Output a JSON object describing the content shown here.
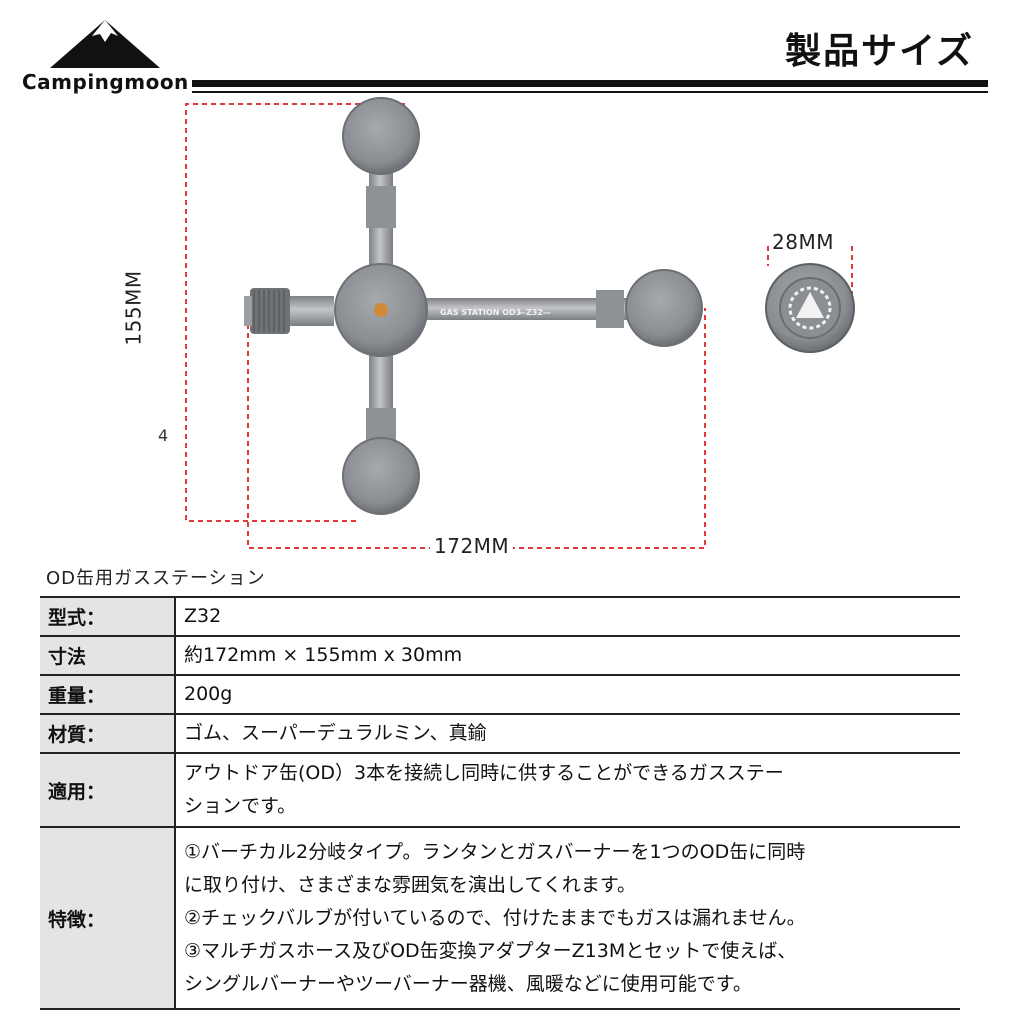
{
  "header": {
    "logo_text": "Campingmoon",
    "title": "製品サイズ"
  },
  "figure": {
    "product_engraving": "GAS STATION OD3",
    "model_engraving": "—Z32—",
    "width_label": "172MM",
    "height_label": "155MM",
    "diameter_label": "28MM",
    "stray_mark": "4",
    "dimension_line_color": "#e03a3a",
    "metal_color": "#8f9296"
  },
  "product_name": "OD缶用ガスステーション",
  "specs": [
    {
      "label": "型式：",
      "lines": [
        "Z32"
      ]
    },
    {
      "label": "寸法",
      "lines": [
        "約172mm × 155mm x 30mm"
      ]
    },
    {
      "label": "重量：",
      "lines": [
        "200g"
      ]
    },
    {
      "label": "材質：",
      "lines": [
        "ゴム、スーパーデュラルミン、真鍮"
      ]
    },
    {
      "label": "適用：",
      "lines": [
        "アウトドア缶(OD）3本を接続し同時に供することができるガスステー",
        "ションです。"
      ]
    },
    {
      "label": "特徴：",
      "lines": [
        "①バーチカル2分岐タイプ。ランタンとガスバーナーを1つのOD缶に同時",
        "に取り付け、さまざまな雰囲気を演出してくれます。",
        "②チェックバルブが付いているので、付けたままでもガスは漏れません。",
        "③マルチガスホース及びOD缶変換アダプターZ13Mとセットで使えば、",
        "シングルバーナーやツーバーナー器機、風暖などに使用可能です。"
      ]
    }
  ]
}
